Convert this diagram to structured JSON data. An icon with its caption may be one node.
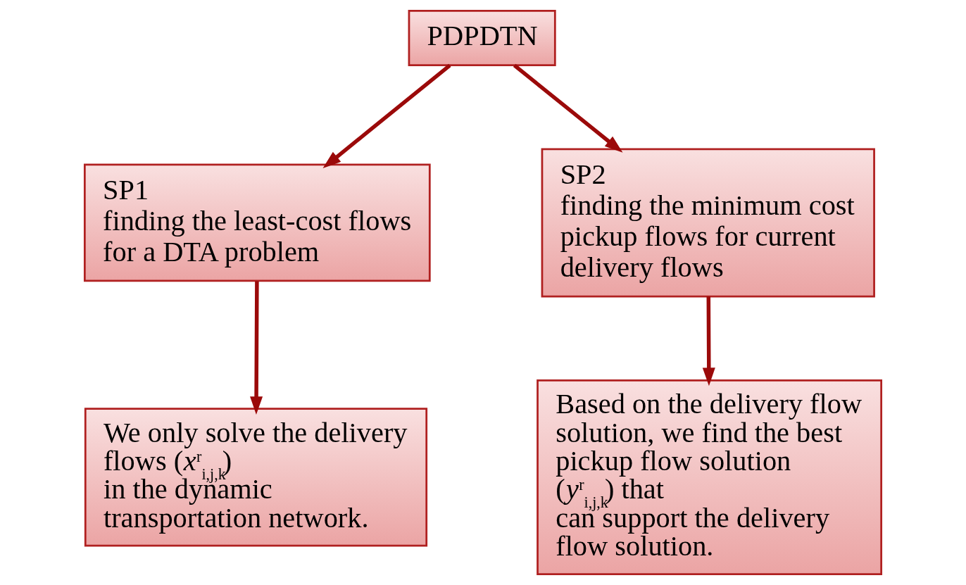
{
  "diagram": {
    "nodes": [
      {
        "text": [
          "PDPDTN"
        ]
      },
      {
        "text": [
          "SP1",
          "finding the least-cost flows for a DTA problem"
        ]
      },
      {
        "text": [
          "SP2",
          "finding the minimum cost pickup flows for current delivery flows"
        ]
      },
      {
        "text": [
          "We only solve the delivery flows (*x*$^{r}$$_{i,j,k}$) in the dynamic transportation network."
        ]
      },
      {
        "text": [
          "Based on the delivery flow solution, we find the best pickup flow solution (*y*$^{r}$$_{i,j,k}$) that can support the delivery flow solution."
        ]
      }
    ],
    "edges": [
      {
        "from": 0,
        "to": 1,
        "arrow": "to"
      },
      {
        "from": 0,
        "to": 2,
        "arrow": "to"
      },
      {
        "from": 1,
        "to": 3,
        "arrow": "to"
      },
      {
        "from": 2,
        "to": 4,
        "arrow": "to"
      }
    ]
  }
}
